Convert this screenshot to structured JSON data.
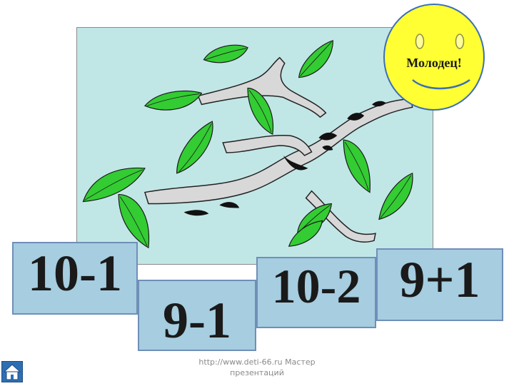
{
  "slide": {
    "badge_text": "Молодец!",
    "answer_cards": [
      {
        "label": "10-1"
      },
      {
        "label": "9-1"
      },
      {
        "label": "10-2"
      },
      {
        "label": "9+1"
      }
    ],
    "footer_line1": "http://www.deti-66.ru Мастер",
    "footer_line2": "презентаций"
  },
  "icons": {
    "home": "home-icon",
    "smiley": "smiley-face-icon",
    "illustration": "birch-branch-illustration"
  },
  "colors": {
    "illustration_bg": "#c1e6e6",
    "leaf": "#33cc33",
    "smiley_fill": "#ffff33",
    "card_fill": "#a6cde0",
    "card_border": "#6f8fb8"
  }
}
